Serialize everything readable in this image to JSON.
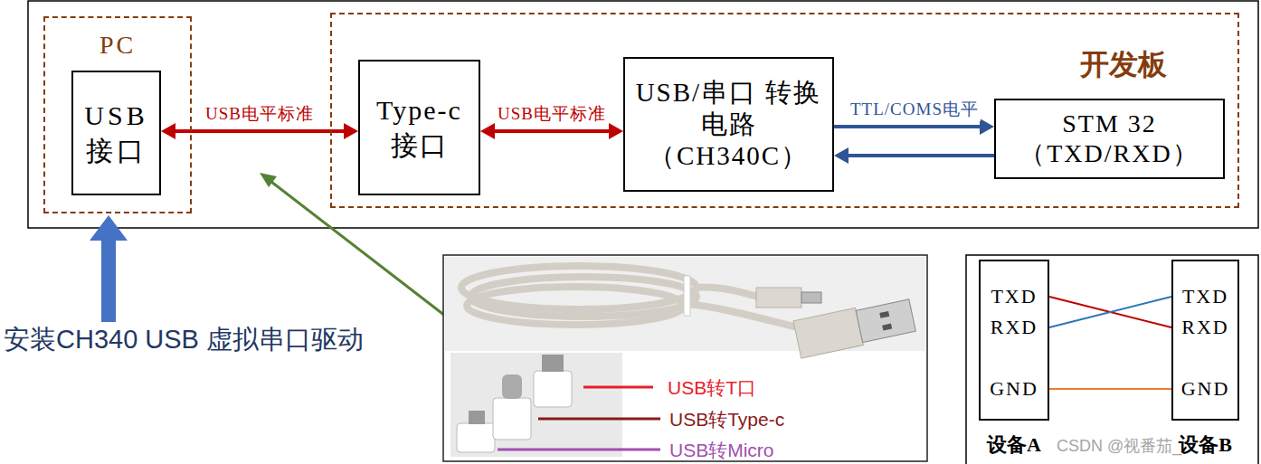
{
  "diagram": {
    "nodes": [
      {
        "text": [
          "PC"
        ]
      },
      {
        "text": [
          "USB 接口"
        ],
        "in": 0
      },
      {
        "text": [
          "开发板"
        ]
      },
      {
        "text": [
          "Type-c 接口"
        ],
        "in": 2
      },
      {
        "text": [
          "USB/串口 转换电路 （CH340C）"
        ],
        "in": 2
      },
      {
        "text": [
          "STM 32 （TXD/RXD）"
        ],
        "in": 2
      },
      {
        "text": [
          "TXD",
          "RXD",
          "GND",
          "设备A"
        ]
      },
      {
        "text": [
          "TXD",
          "RXD",
          "GND",
          "设备B"
        ]
      }
    ],
    "edges": [
      {
        "from": 1,
        "to": 3,
        "arrow": "both",
        "label": "USB电平标准"
      },
      {
        "from": 3,
        "to": 4,
        "arrow": "both",
        "label": "USB电平标准"
      },
      {
        "from": 4,
        "to": 5,
        "arrow": "to",
        "label": "TTL/COMS电平"
      },
      {
        "from": 5,
        "to": 4,
        "arrow": "to"
      },
      {
        "from": 6,
        "to": 7,
        "arrow": "none"
      },
      {
        "from": 6,
        "to": 7,
        "arrow": "none"
      },
      {
        "from": 6,
        "to": 7,
        "arrow": "none"
      }
    ],
    "labels": [
      "安装CH340 USB 虚拟串口驱动",
      "USB转T口",
      "USB转Type-c",
      "USB转Micro",
      "CSDN @视番茄_"
    ]
  }
}
